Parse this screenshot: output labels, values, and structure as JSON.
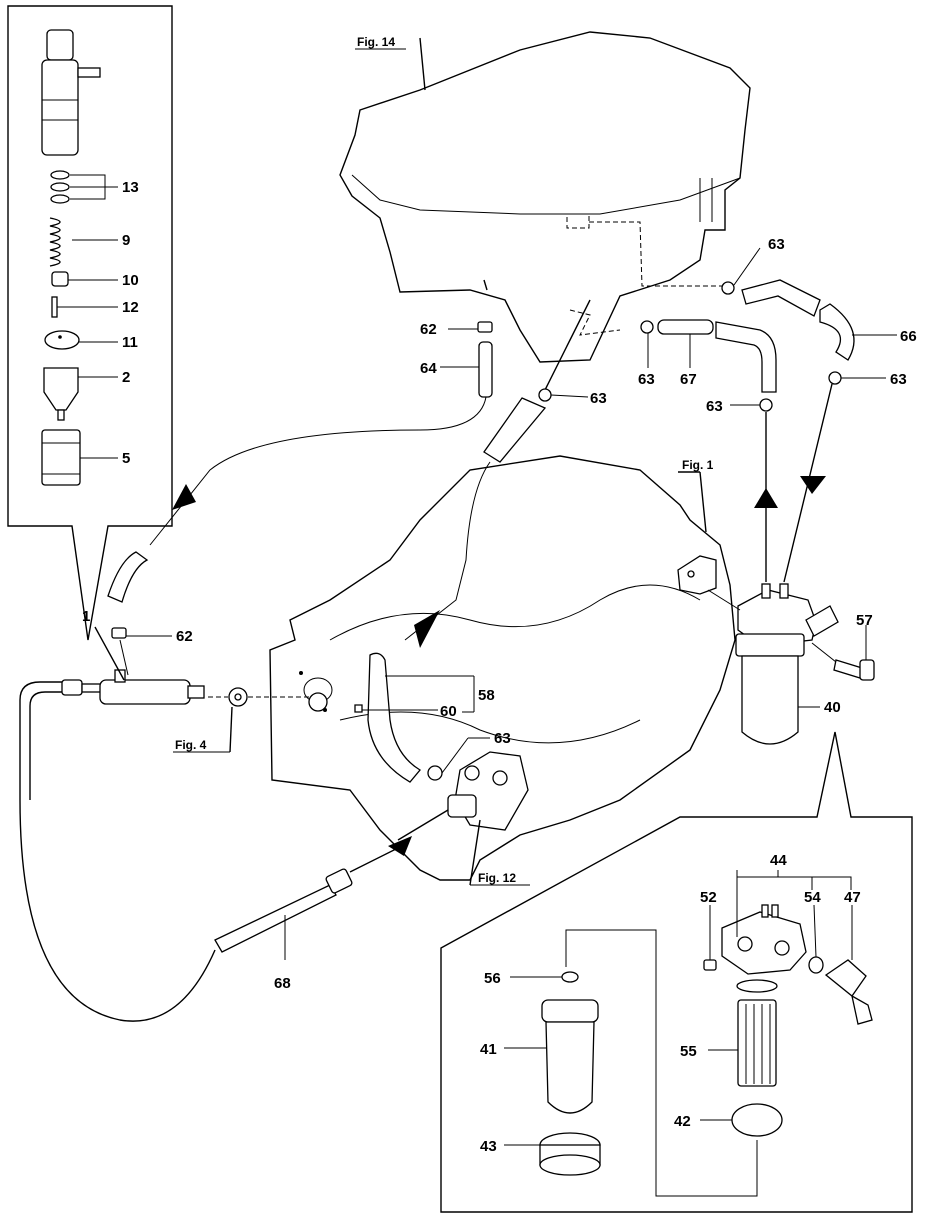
{
  "figure_refs": {
    "fig14": "Fig. 14",
    "fig1": "Fig. 1",
    "fig4": "Fig. 4",
    "fig12": "Fig. 12"
  },
  "callouts": {
    "injector_group": "1",
    "nozzle_body": "2",
    "nut": "5",
    "spring": "9",
    "seat": "10",
    "plate": "11",
    "pin": "12",
    "shims": "13",
    "filter_assy": "40",
    "filter_cup": "41",
    "o_ring": "42",
    "retainer_ring": "43",
    "filter_head": "44",
    "cock": "47",
    "plug": "52",
    "small_o_ring": "54",
    "element": "55",
    "gasket": "56",
    "bolt": "57",
    "hose_group": "58",
    "hose_60": "60",
    "clip_62a": "62",
    "clip_62b": "62",
    "clip_63_tank": "63",
    "clip_63_mid": "63",
    "clip_63_left": "63",
    "clip_63_right": "63",
    "clip_63_return": "63",
    "clip_63_pump": "63",
    "hose_64": "64",
    "hose_66": "66",
    "hose_67": "67",
    "pipe_68": "68"
  }
}
